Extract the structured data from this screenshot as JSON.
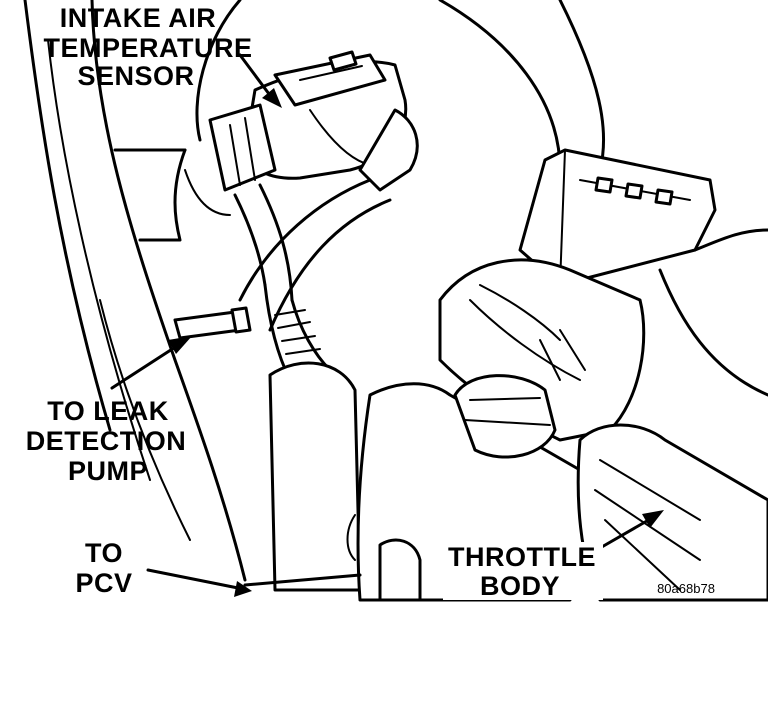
{
  "labels": {
    "intake_air_temperature_sensor": [
      "INTAKE AIR",
      "TEMPERATURE",
      "SENSOR"
    ],
    "to_leak_detection_pump": [
      "TO LEAK",
      "DETECTION",
      "PUMP"
    ],
    "to_pcv": [
      "TO",
      "PCV"
    ],
    "throttle_body": [
      "THROTTLE",
      "BODY"
    ]
  },
  "figure_code": "80a68b78",
  "colors": {
    "ink": "#000000",
    "paper": "#ffffff"
  }
}
